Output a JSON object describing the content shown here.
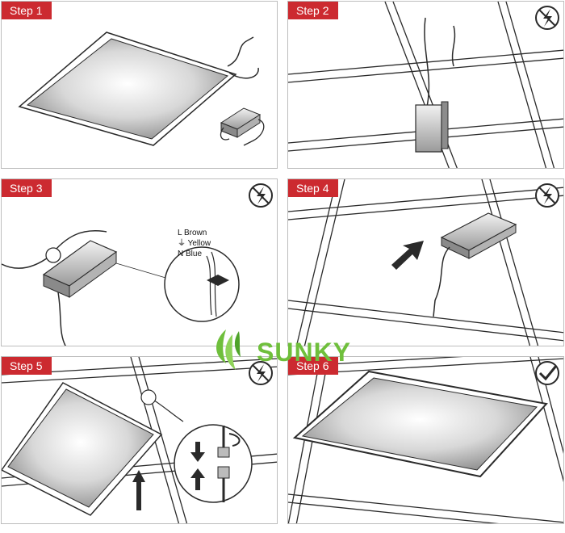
{
  "colors": {
    "step_label_bg": "#cc2a30",
    "brand_green": "#6fbf3c",
    "line": "#2a2a2a",
    "panel_fill": "#c9c9c9"
  },
  "steps": [
    {
      "label": "Step 1",
      "icon": "none"
    },
    {
      "label": "Step 2",
      "icon": "no-power-icon"
    },
    {
      "label": "Step 3",
      "icon": "no-power-icon"
    },
    {
      "label": "Step 4",
      "icon": "no-power-icon"
    },
    {
      "label": "Step 5",
      "icon": "no-power-icon"
    },
    {
      "label": "Step 6",
      "icon": "check-icon"
    }
  ],
  "wiring": [
    {
      "code": "L",
      "color": "Brown"
    },
    {
      "code": "⏚",
      "color": "Yellow"
    },
    {
      "code": "N",
      "color": "Blue"
    }
  ],
  "brand": {
    "name": "SUNKY",
    "icon": "leaf-logo-icon"
  }
}
